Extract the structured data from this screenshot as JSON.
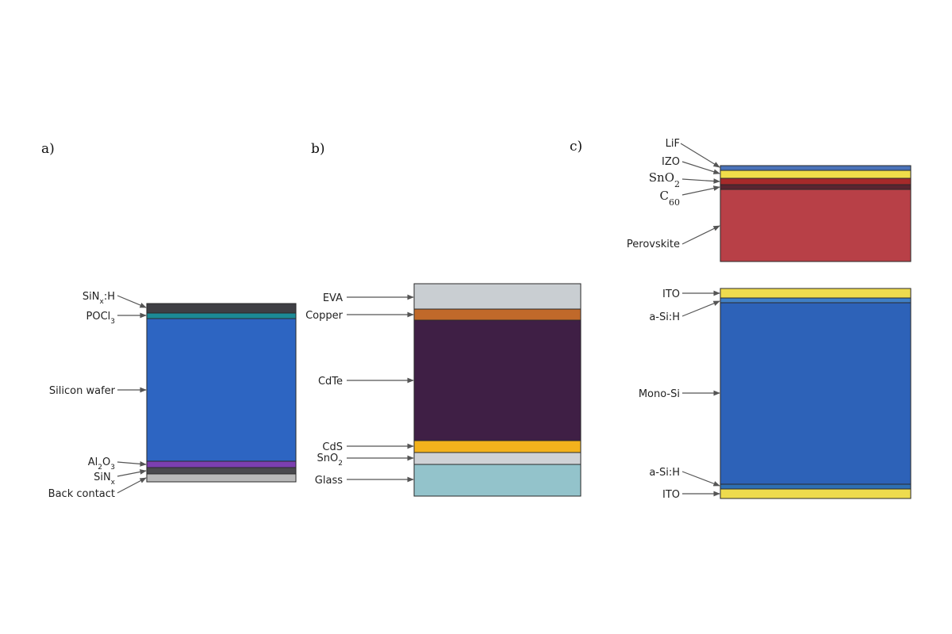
{
  "panels": [
    {
      "id": "a",
      "letter": "a)",
      "layers": [
        {
          "name": "SiNx-H",
          "color": "#3f3f44"
        },
        {
          "name": "POCl3",
          "color": "#1b8a96"
        },
        {
          "name": "Silicon wafer",
          "color": "#2d65c2"
        },
        {
          "name": "Al2O3",
          "color": "#7c3fb0"
        },
        {
          "name": "SiNx",
          "color": "#4a4a4e"
        },
        {
          "name": "Back contact",
          "color": "#b9b9b9"
        }
      ],
      "labels": [
        {
          "text": "SiN",
          "sub": "x",
          "tail": ":H"
        },
        {
          "text": "POCl",
          "sub": "3",
          "tail": ""
        },
        {
          "text": "Silicon wafer",
          "sub": "",
          "tail": ""
        },
        {
          "text": "Al",
          "sub": "2",
          "tail": "O",
          "sub2": "3"
        },
        {
          "text": "SiN",
          "sub": "x",
          "tail": ""
        },
        {
          "text": "Back contact",
          "sub": "",
          "tail": ""
        }
      ]
    },
    {
      "id": "b",
      "letter": "b)",
      "layers": [
        {
          "name": "EVA",
          "color": "#c9ced2"
        },
        {
          "name": "Copper",
          "color": "#c0692a"
        },
        {
          "name": "CdTe",
          "color": "#3f1f45"
        },
        {
          "name": "CdS",
          "color": "#f3b21c"
        },
        {
          "name": "SnO2",
          "color": "#cfd2d6"
        },
        {
          "name": "Glass",
          "color": "#93c3cb"
        }
      ],
      "labels": [
        {
          "text": "EVA",
          "sub": "",
          "tail": ""
        },
        {
          "text": "Copper",
          "sub": "",
          "tail": ""
        },
        {
          "text": "CdTe",
          "sub": "",
          "tail": ""
        },
        {
          "text": "CdS",
          "sub": "",
          "tail": ""
        },
        {
          "text": "SnO",
          "sub": "2",
          "tail": ""
        },
        {
          "text": "Glass",
          "sub": "",
          "tail": ""
        }
      ]
    },
    {
      "id": "c",
      "letter": "c)",
      "top_layers": [
        {
          "name": "LiF",
          "color": "#4a72b8"
        },
        {
          "name": "IZO",
          "color": "#f0dd4a"
        },
        {
          "name": "SnO2",
          "color": "#a52a2a"
        },
        {
          "name": "C60",
          "color": "#5a2430"
        },
        {
          "name": "Perovskite",
          "color": "#b84047"
        }
      ],
      "top_labels": [
        {
          "text": "LiF",
          "sub": "",
          "tail": ""
        },
        {
          "text": "IZO",
          "sub": "",
          "tail": ""
        },
        {
          "text": "SnO",
          "sub": "2",
          "tail": ""
        },
        {
          "text": "C",
          "sub": "60",
          "tail": ""
        },
        {
          "text": "Perovskite",
          "sub": "",
          "tail": ""
        }
      ],
      "bottom_layers": [
        {
          "name": "ITO",
          "color": "#eedb4e"
        },
        {
          "name": "a-Si:H",
          "color": "#3f7fc6"
        },
        {
          "name": "Mono-Si",
          "color": "#2d62b8"
        },
        {
          "name": "a-Si:H",
          "color": "#2e6fb3"
        },
        {
          "name": "ITO",
          "color": "#eedb4e"
        }
      ],
      "bottom_labels": [
        {
          "text": "ITO",
          "sub": "",
          "tail": ""
        },
        {
          "text": "a-Si:H",
          "sub": "",
          "tail": ""
        },
        {
          "text": "Mono-Si",
          "sub": "",
          "tail": ""
        },
        {
          "text": "a-Si:H",
          "sub": "",
          "tail": ""
        },
        {
          "text": "ITO",
          "sub": "",
          "tail": ""
        }
      ]
    }
  ]
}
